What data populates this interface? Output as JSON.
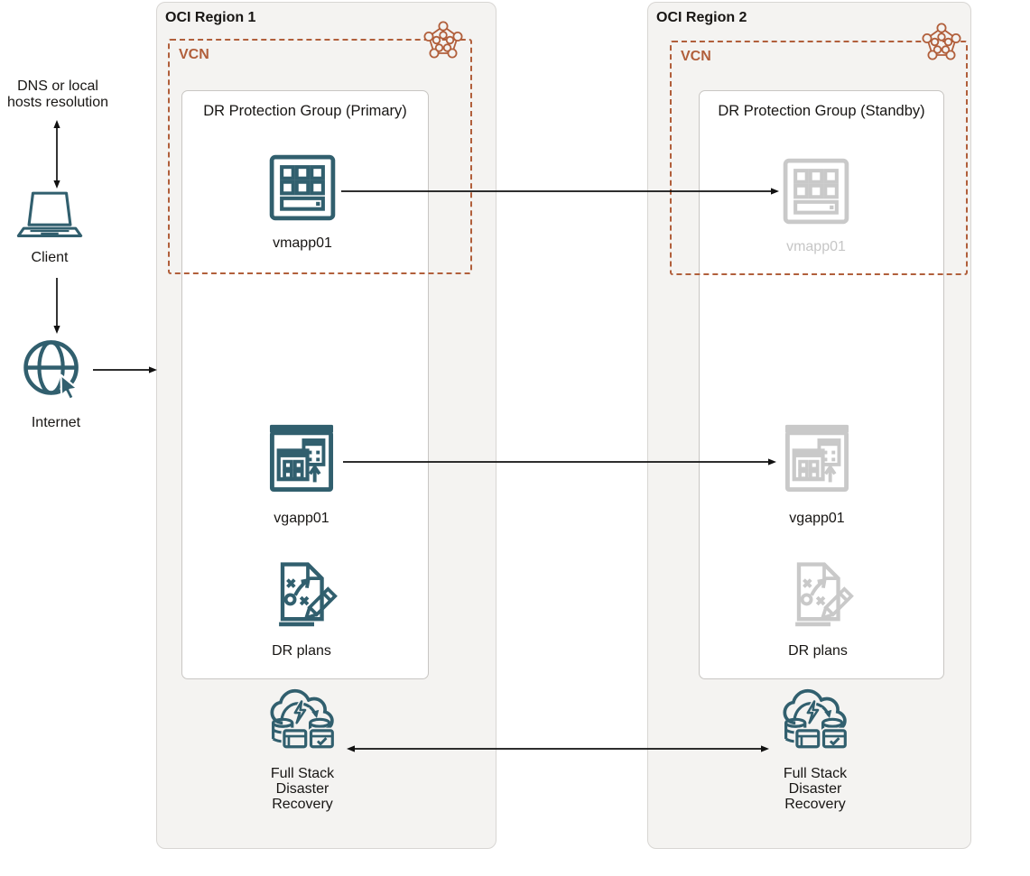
{
  "diagram": {
    "left": {
      "dns_line1": "DNS or local",
      "dns_line2": "hosts resolution",
      "client": "Client",
      "internet": "Internet"
    },
    "region1": {
      "title": "OCI Region 1",
      "vcn": "VCN",
      "group": "DR Protection Group (Primary)",
      "nodes": {
        "vm": "vmapp01",
        "vg": "vgapp01",
        "plans": "DR plans"
      },
      "fsdr": [
        "Full Stack",
        "Disaster",
        "Recovery"
      ]
    },
    "region2": {
      "title": "OCI Region 2",
      "vcn": "VCN",
      "group": "DR Protection Group (Standby)",
      "nodes": {
        "vm": "vmapp01",
        "vg": "vgapp01",
        "plans": "DR plans"
      },
      "fsdr": [
        "Full Stack",
        "Disaster",
        "Recovery"
      ]
    },
    "colors": {
      "icon_teal": "#315f6e",
      "icon_gray": "#c9c9c9",
      "vcn_orange": "#b15f3b",
      "region_bg": "#f4f3f1",
      "text": "#181614"
    }
  }
}
